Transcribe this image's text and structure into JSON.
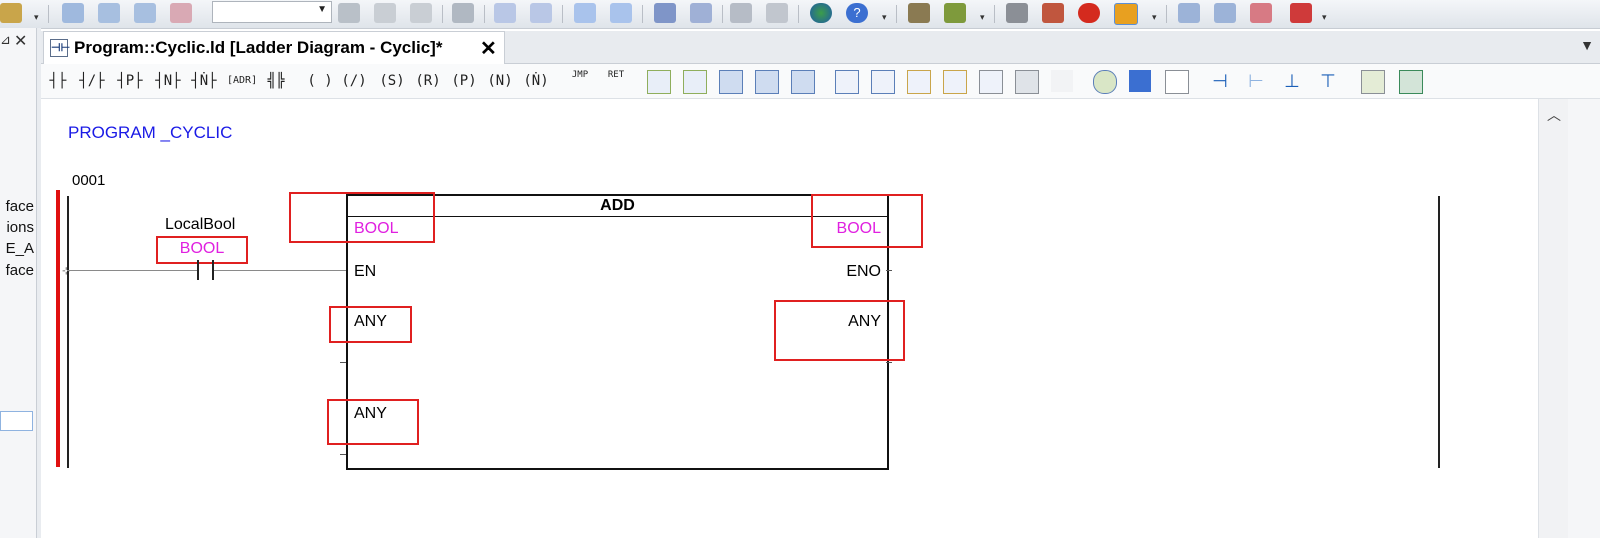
{
  "toolbar": {
    "icons": [
      "open-icon",
      "dropdown-icon",
      "new-icon",
      "undo-icon",
      "redo-icon",
      "delete-icon",
      "find-icon",
      "find-prev-icon",
      "find-next-icon",
      "replace-icon",
      "sort-asc-icon",
      "sort-desc-icon",
      "move-up-icon",
      "move-down-icon",
      "align-left-icon",
      "align-right-icon",
      "link-icon",
      "unlink-icon",
      "globe-icon",
      "help-icon",
      "build-icon",
      "rebuild-icon",
      "tools-icon",
      "settings-icon",
      "power-icon",
      "traffic-light-icon",
      "calendar-icon",
      "grid-icon",
      "remove-icon",
      "download-icon"
    ],
    "combo_value": ""
  },
  "left_panel": {
    "items": [
      "face",
      "ions",
      "E_A",
      "face"
    ]
  },
  "tab": {
    "title": "Program::Cyclic.ld [Ladder Diagram - Cyclic]*",
    "icon_glyph": "⊣⊢"
  },
  "ld_toolbar": {
    "buttons": [
      "┤├",
      "┤/├",
      "┤P├",
      "┤N├",
      "┤Ṅ├",
      "[ADR]",
      "╣╠",
      "( )",
      "(/)",
      "(S)",
      "(R)",
      "(P)",
      "(N)",
      "(Ṅ)",
      "JMP",
      "RET"
    ]
  },
  "editor": {
    "program_header": "PROGRAM _CYCLIC",
    "network_number": "0001",
    "contact": {
      "variable": "LocalBool",
      "type": "BOOL"
    },
    "function_block": {
      "name": "ADD",
      "en_type": "BOOL",
      "eno_type": "BOOL",
      "en_label": "EN",
      "eno_label": "ENO",
      "in1_type": "ANY",
      "in2_type": "ANY",
      "out_type": "ANY"
    }
  },
  "colors": {
    "accent_red": "#e02020",
    "type_magenta": "#e020e0",
    "header_blue": "#1a1ae6"
  }
}
